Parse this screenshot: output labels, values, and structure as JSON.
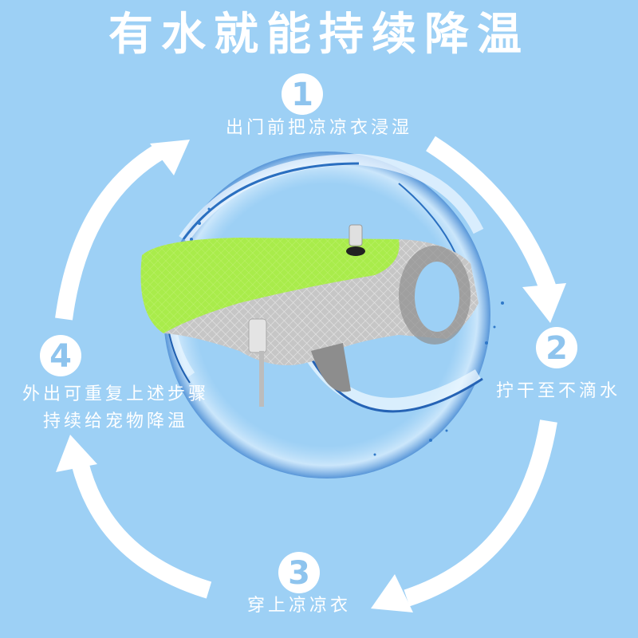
{
  "title": "有水就能持续降温",
  "colors": {
    "background": "#9dd0f5",
    "text": "#ffffff",
    "badge_number": "#8ec4ee",
    "vest_green": "#a7ea4a",
    "vest_gray": "#c9c9c9",
    "water_blue": "#2a6fc0"
  },
  "steps": [
    {
      "number": "1",
      "text": "出门前把凉凉衣浸湿"
    },
    {
      "number": "2",
      "text": "拧干至不滴水"
    },
    {
      "number": "3",
      "text": "穿上凉凉衣"
    },
    {
      "number": "4",
      "line1": "外出可重复上述步骤",
      "line2": "持续给宠物降温"
    }
  ],
  "image": {
    "subject": "cooling-vest-product",
    "icons": [
      "arrow-clockwise-cycle",
      "water-splash-ring"
    ]
  }
}
